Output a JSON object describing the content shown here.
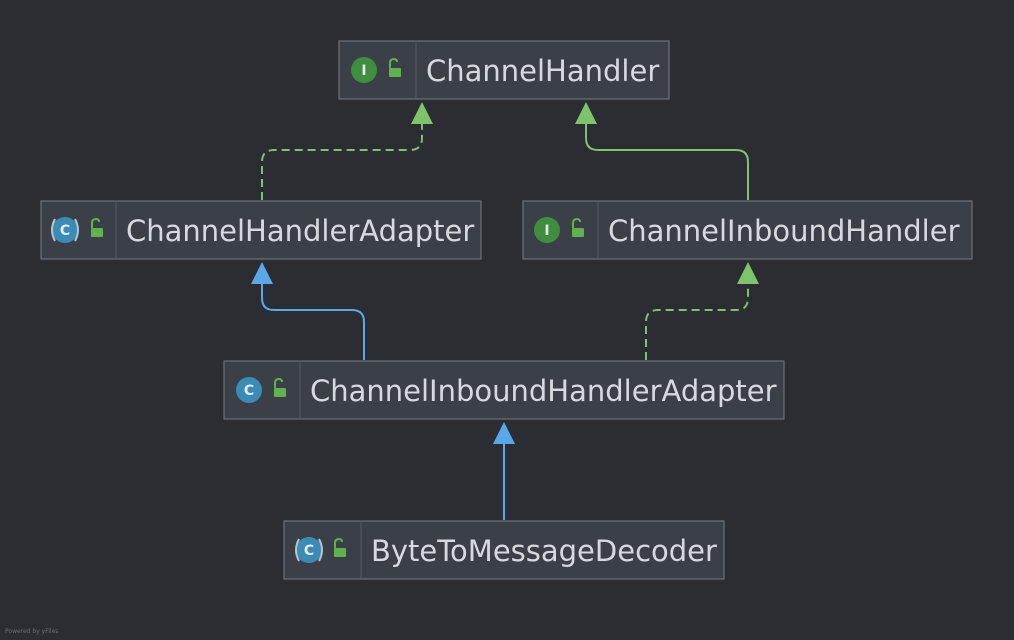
{
  "colors": {
    "background": "#2b2d33",
    "interface_badge": "#3f8d3f",
    "class_badge": "#3a8bb5",
    "implements_edge": "#7ec46b",
    "extends_edge": "#5aa8e8",
    "lock_icon": "#5fb34f"
  },
  "nodes": [
    {
      "id": "channel-handler",
      "label": "ChannelHandler",
      "kind": "interface",
      "badge": "I",
      "badge_icon": "interface-icon"
    },
    {
      "id": "channel-handler-adapter",
      "label": "ChannelHandlerAdapter",
      "kind": "abstract-class",
      "badge": "C",
      "badge_icon": "abstract-class-icon"
    },
    {
      "id": "channel-inbound-handler",
      "label": "ChannelInboundHandler",
      "kind": "interface",
      "badge": "I",
      "badge_icon": "interface-icon"
    },
    {
      "id": "channel-inbound-handler-adapter",
      "label": "ChannelInboundHandlerAdapter",
      "kind": "class",
      "badge": "C",
      "badge_icon": "class-icon"
    },
    {
      "id": "byte-to-message-decoder",
      "label": "ByteToMessageDecoder",
      "kind": "abstract-class",
      "badge": "C",
      "badge_icon": "abstract-class-icon"
    }
  ],
  "edges": [
    {
      "from": "channel-handler-adapter",
      "to": "channel-handler",
      "type": "implements"
    },
    {
      "from": "channel-inbound-handler",
      "to": "channel-handler",
      "type": "extends-interface"
    },
    {
      "from": "channel-inbound-handler-adapter",
      "to": "channel-handler-adapter",
      "type": "extends"
    },
    {
      "from": "channel-inbound-handler-adapter",
      "to": "channel-inbound-handler",
      "type": "implements"
    },
    {
      "from": "byte-to-message-decoder",
      "to": "channel-inbound-handler-adapter",
      "type": "extends"
    }
  ],
  "footer": "Powered by yFiles"
}
